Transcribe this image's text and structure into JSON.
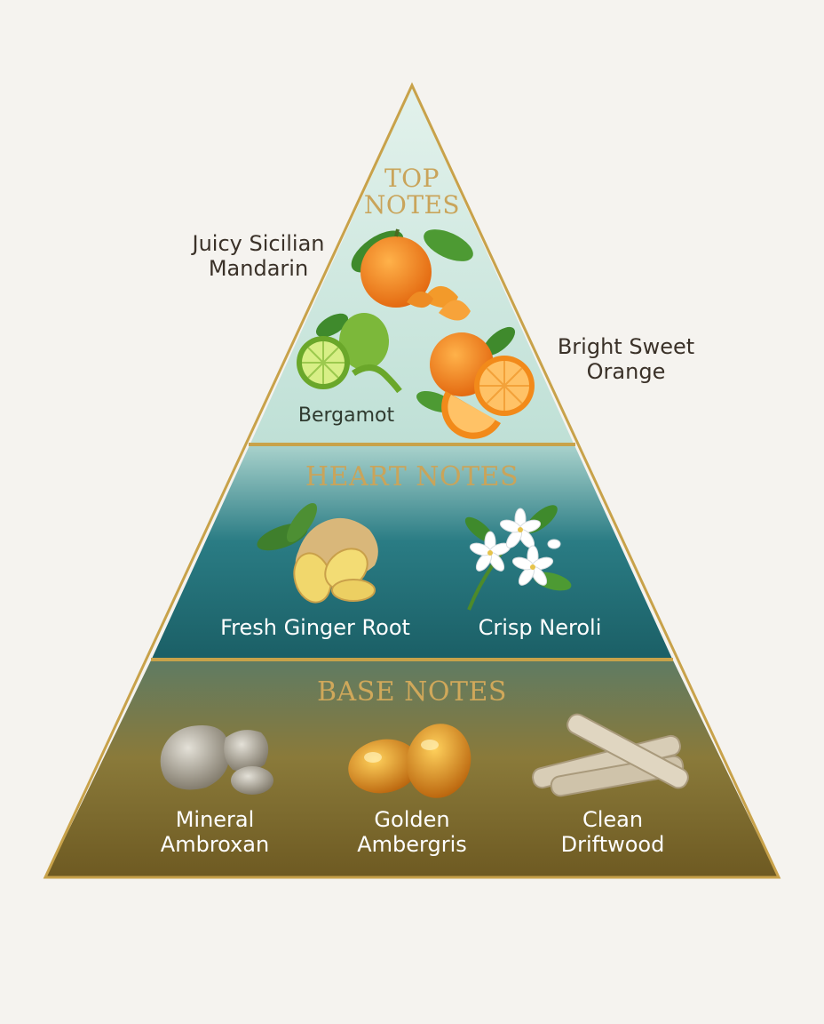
{
  "tiers": {
    "top": {
      "title": "TOP\nNOTES",
      "notes": [
        "Bergamot"
      ]
    },
    "heart": {
      "title": "HEART NOTES",
      "notes": [
        "Fresh Ginger Root",
        "Crisp Neroli"
      ]
    },
    "base": {
      "title": "BASE NOTES",
      "notes": [
        "Mineral\nAmbroxan",
        "Golden\nAmbergris",
        "Clean\nDriftwood"
      ]
    }
  },
  "callouts": [
    "Juicy Sicilian\nMandarin",
    "Bright Sweet\nOrange"
  ],
  "colors": {
    "gold": "#c8a24a",
    "top_fill": "#d6ede3",
    "heart_fill": "#1f6f78",
    "base_fill": "#7d6a2c",
    "page_bg": "#f5f3ef"
  }
}
